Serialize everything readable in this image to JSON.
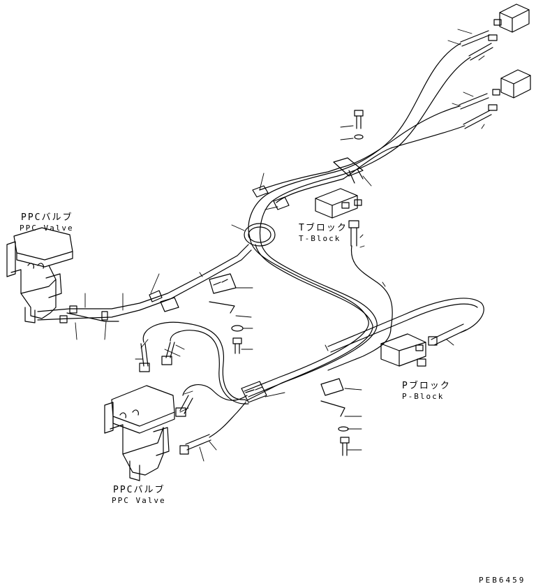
{
  "labels": {
    "ppc_upper_jp": "PPCバルブ",
    "ppc_upper_en": "PPC Valve",
    "t_block_jp": "Tブロック",
    "t_block_en": "T-Block",
    "p_block_jp": "Pブロック",
    "p_block_en": "P-Block",
    "ppc_lower_jp": "PPCバルブ",
    "ppc_lower_en": "PPC Valve",
    "drawing_code": "PEB6459"
  }
}
